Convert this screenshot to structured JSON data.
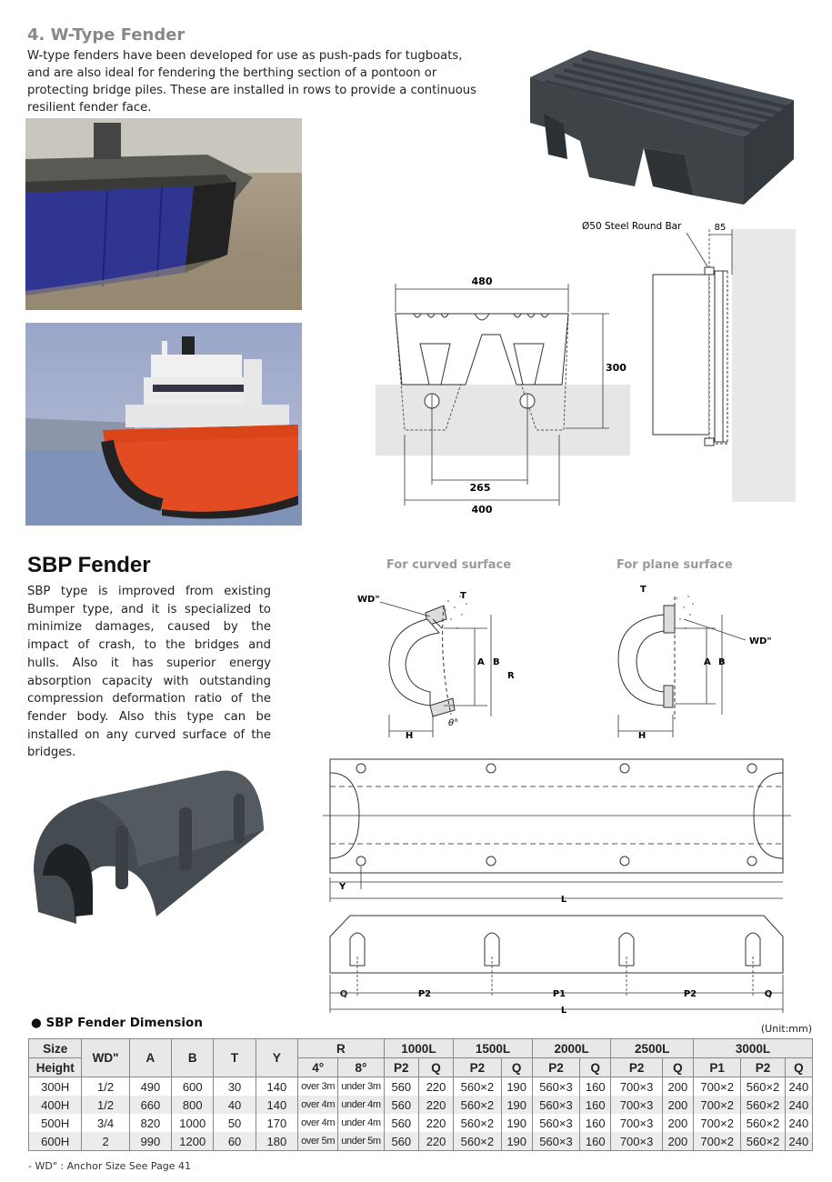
{
  "w_type": {
    "title": "4. W-Type Fender",
    "description": "W-type fenders have been developed for use as push-pads for tugboats, and are also ideal for fendering the berthing section of a pontoon or protecting bridge piles. These are installed in rows to provide a continuous resilient fender face.",
    "drawing": {
      "width_top": "480",
      "height": "300",
      "bolt_spacing": "265",
      "width_base": "400",
      "bar_label": "Ø50 Steel Round Bar",
      "bar_offset": "85"
    }
  },
  "sbp": {
    "title": "SBP Fender",
    "description": "SBP type is improved from existing Bumper type, and it is specialized to minimize damages, caused by the impact of crash, to the bridges and hulls. Also it has superior energy absorption capacity with outstanding compression deformation ratio of the fender body. Also this type can be installed on any curved surface of the bridges.",
    "curved_label": "For curved surface",
    "plane_label": "For plane surface",
    "labels": {
      "wd": "WD\"",
      "t": "T",
      "a": "A",
      "b": "B",
      "r": "R",
      "h": "H",
      "theta": "θ°",
      "y": "Y",
      "l": "L",
      "q": "Q",
      "p1": "P1",
      "p2": "P2"
    }
  },
  "dimension_table": {
    "title": "SBP Fender Dimension",
    "unit": "(Unit:mm)",
    "head1": {
      "size": "Size",
      "wd": "WD\"",
      "a": "A",
      "b": "B",
      "t": "T",
      "y": "Y",
      "r": "R",
      "l1000": "1000L",
      "l1500": "1500L",
      "l2000": "2000L",
      "l2500": "2500L",
      "l3000": "3000L"
    },
    "head2": {
      "height": "Height",
      "r4": "4°",
      "r8": "8°",
      "p2": "P2",
      "q": "Q",
      "p1": "P1"
    },
    "rows": [
      {
        "size": "300H",
        "wd": "1/2",
        "a": "490",
        "b": "600",
        "t": "30",
        "y": "140",
        "r4": "over 3m",
        "r8": "under 3m",
        "p2_1000": "560",
        "q_1000": "220",
        "p2_1500": "560×2",
        "q_1500": "190",
        "p2_2000": "560×3",
        "q_2000": "160",
        "p2_2500": "700×3",
        "q_2500": "200",
        "p1_3000": "700×2",
        "p2_3000": "560×2",
        "q_3000": "240"
      },
      {
        "size": "400H",
        "wd": "1/2",
        "a": "660",
        "b": "800",
        "t": "40",
        "y": "140",
        "r4": "over 4m",
        "r8": "under 4m",
        "p2_1000": "560",
        "q_1000": "220",
        "p2_1500": "560×2",
        "q_1500": "190",
        "p2_2000": "560×3",
        "q_2000": "160",
        "p2_2500": "700×3",
        "q_2500": "200",
        "p1_3000": "700×2",
        "p2_3000": "560×2",
        "q_3000": "240"
      },
      {
        "size": "500H",
        "wd": "3/4",
        "a": "820",
        "b": "1000",
        "t": "50",
        "y": "170",
        "r4": "over 4m",
        "r8": "under 4m",
        "p2_1000": "560",
        "q_1000": "220",
        "p2_1500": "560×2",
        "q_1500": "190",
        "p2_2000": "560×3",
        "q_2000": "160",
        "p2_2500": "700×3",
        "q_2500": "200",
        "p1_3000": "700×2",
        "p2_3000": "560×2",
        "q_3000": "240"
      },
      {
        "size": "600H",
        "wd": "2",
        "a": "990",
        "b": "1200",
        "t": "60",
        "y": "180",
        "r4": "over 5m",
        "r8": "under 5m",
        "p2_1000": "560",
        "q_1000": "220",
        "p2_1500": "560×2",
        "q_1500": "190",
        "p2_2000": "560×3",
        "q_2000": "160",
        "p2_2500": "700×3",
        "q_2500": "200",
        "p1_3000": "700×2",
        "p2_3000": "560×2",
        "q_3000": "240"
      }
    ],
    "footnote": "- WD\" : Anchor Size See Page 41"
  }
}
